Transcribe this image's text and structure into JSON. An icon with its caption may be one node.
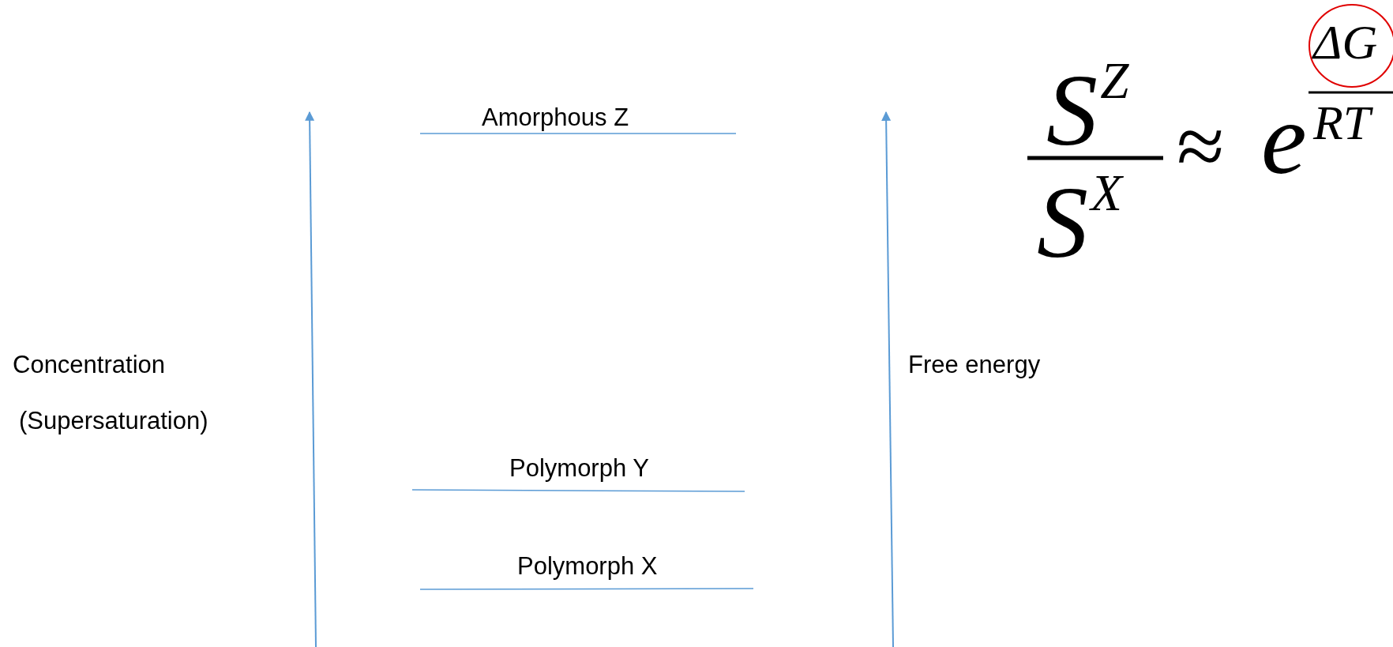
{
  "diagram": {
    "labels": [
      "S$^{Z}$",
      "ΔG",
      "S$^{X}$",
      "≈",
      "e",
      "RT",
      "Amorphous Z",
      "Concentration",
      "(Supersaturation)",
      "Free energy",
      "Polymorph Y",
      "Polymorph X"
    ]
  }
}
